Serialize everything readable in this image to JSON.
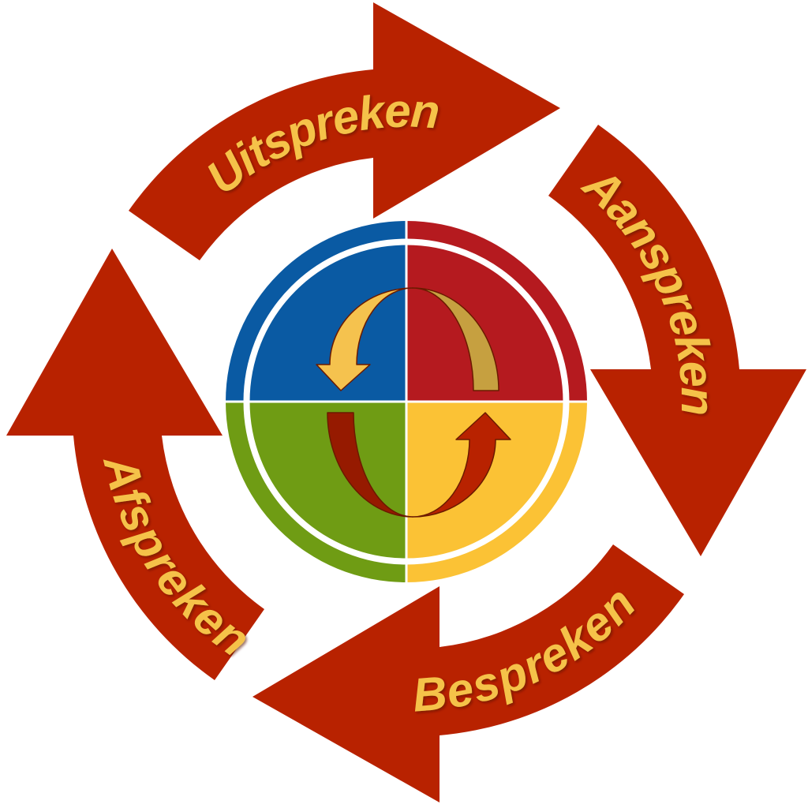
{
  "diagram": {
    "steps": [
      {
        "label": "Uitspreken"
      },
      {
        "label": "Aanspreken"
      },
      {
        "label": "Bespreken"
      },
      {
        "label": "Afspreken"
      }
    ]
  },
  "colors": {
    "arrow": "#b82200",
    "label": "#f5c24a",
    "quadrant_top_left": "#0a5aa3",
    "quadrant_top_right": "#b51a1f",
    "quadrant_bottom_left": "#6f9c14",
    "quadrant_bottom_right": "#fbc235",
    "inner_arrow_light": "#f5c24e",
    "inner_arrow_dark": "#c6a040",
    "inner_arrow_red": "#b82200",
    "inner_arrow_darkred": "#961a00",
    "inner_arrow_stroke": "#6b1a00"
  }
}
